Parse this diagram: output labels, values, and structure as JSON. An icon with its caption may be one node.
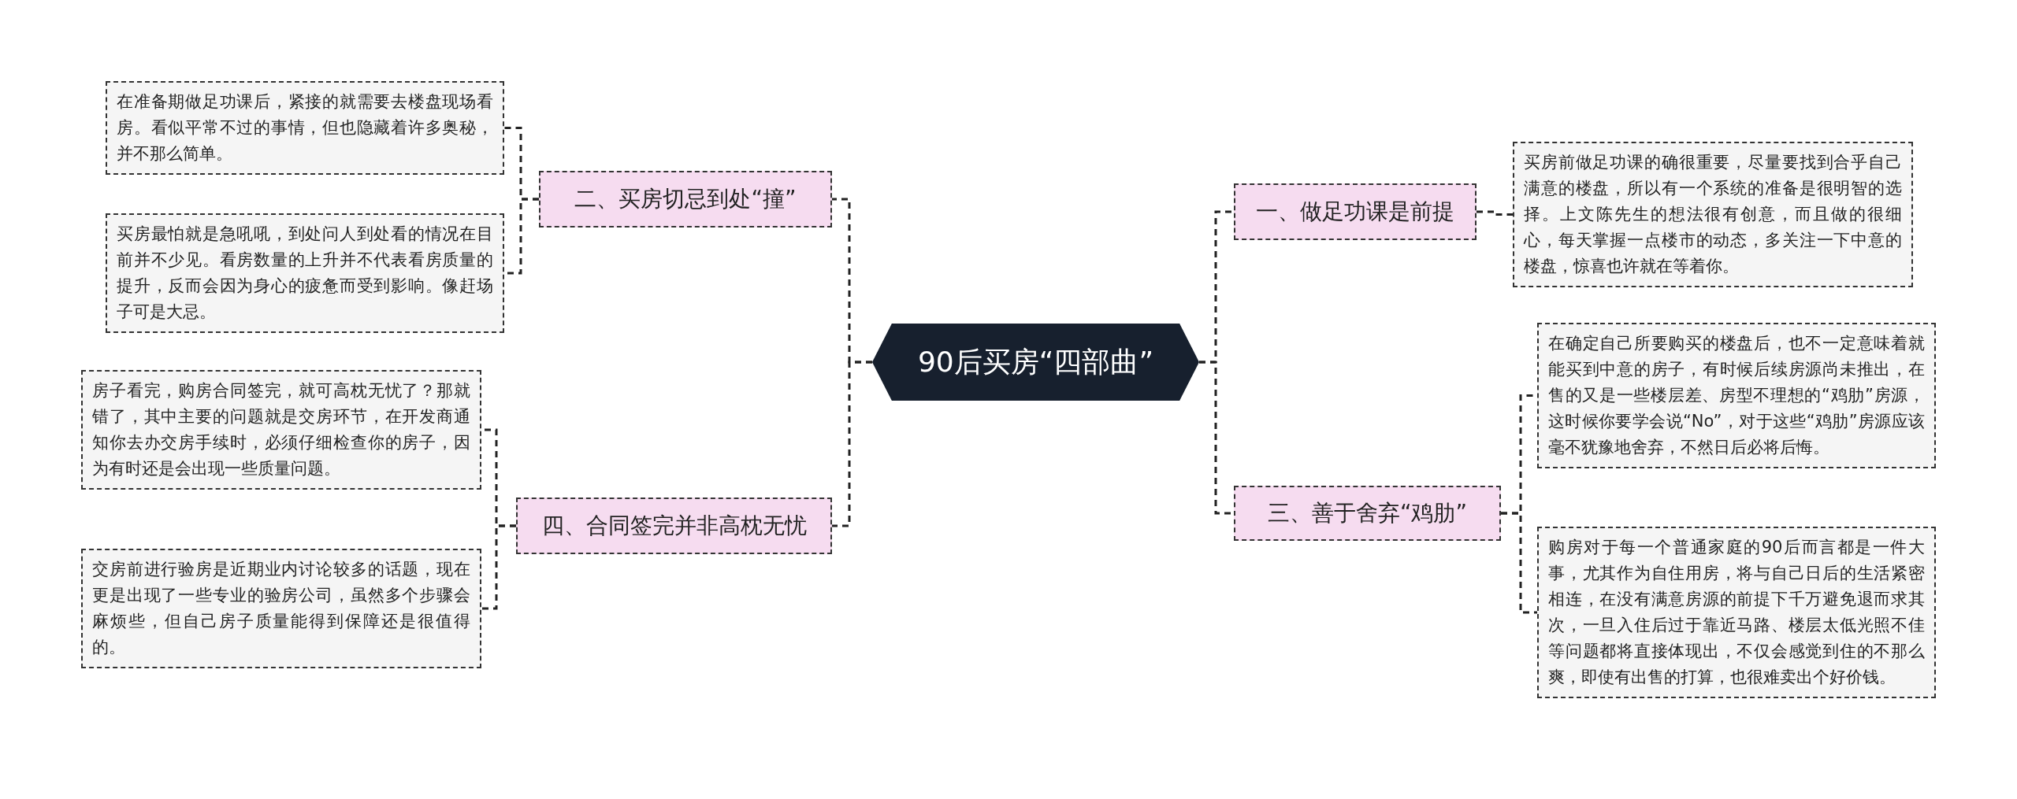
{
  "diagram": {
    "nodes": [
      {
        "text": [
          "90后买房“四部曲”"
        ]
      },
      {
        "text": [
          "一、做足功课是前提"
        ]
      },
      {
        "text": [
          "买房前做足功课的确很重要，尽量要找到合乎自己满意的楼盘，所以有一个系统的准备是很明智的选择。上文陈先生的想法很有创意，而且做的很细心，每天掌握一点楼市的动态，多关注一下中意的楼盘，惊喜也许就在等着你。"
        ]
      },
      {
        "text": [
          "二、买房切忌到处“撞”"
        ]
      },
      {
        "text": [
          "在准备期做足功课后，紧接的就需要去楼盘现场看房。看似平常不过的事情，但也隐藏着许多奥秘，并不那么简单。"
        ]
      },
      {
        "text": [
          "买房最怕就是急吼吼，到处问人到处看的情况在目前并不少见。看房数量的上升并不代表看房质量的提升，反而会因为身心的疲惫而受到影响。像赶场子可是大忌。"
        ]
      },
      {
        "text": [
          "三、善于舍弃“鸡肋”"
        ]
      },
      {
        "text": [
          "在确定自己所要购买的楼盘后，也不一定意味着就能买到中意的房子，有时候后续房源尚未推出，在售的又是一些楼层差、房型不理想的“鸡肋”房源，这时候你要学会说“No”，对于这些“鸡肋”房源应该毫不犹豫地舍弃，不然日后必将后悔。"
        ]
      },
      {
        "text": [
          "购房对于每一个普通家庭的90后而言都是一件大事，尤其作为自住用房，将与自己日后的生活紧密相连，在没有满意房源的前提下千万避免退而求其次，一旦入住后过于靠近马路、楼层太低光照不佳等问题都将直接体现出，不仅会感觉到住的不那么爽，即使有出售的打算，也很难卖出个好价钱。"
        ]
      },
      {
        "text": [
          "四、合同签完并非高枕无忧"
        ]
      },
      {
        "text": [
          "房子看完，购房合同签完，就可高枕无忧了？那就错了，其中主要的问题就是交房环节，在开发商通知你去办交房手续时，必须仔细检查你的房子，因为有时还是会出现一些质量问题。"
        ]
      },
      {
        "text": [
          "交房前进行验房是近期业内讨论较多的话题，现在更是出现了一些专业的验房公司，虽然多个步骤会麻烦些，但自己房子质量能得到保障还是很值得的。"
        ]
      }
    ],
    "edges": [
      {
        "from": 0,
        "to": 1,
        "arrow": "none",
        "style": "dashed"
      },
      {
        "from": 1,
        "to": 2,
        "arrow": "none",
        "style": "dashed"
      },
      {
        "from": 0,
        "to": 3,
        "arrow": "none",
        "style": "dashed"
      },
      {
        "from": 3,
        "to": 4,
        "arrow": "none",
        "style": "dashed"
      },
      {
        "from": 3,
        "to": 5,
        "arrow": "none",
        "style": "dashed"
      },
      {
        "from": 0,
        "to": 6,
        "arrow": "none",
        "style": "dashed"
      },
      {
        "from": 6,
        "to": 7,
        "arrow": "none",
        "style": "dashed"
      },
      {
        "from": 6,
        "to": 8,
        "arrow": "none",
        "style": "dashed"
      },
      {
        "from": 0,
        "to": 9,
        "arrow": "none",
        "style": "dashed"
      },
      {
        "from": 9,
        "to": 10,
        "arrow": "none",
        "style": "dashed"
      },
      {
        "from": 9,
        "to": 11,
        "arrow": "none",
        "style": "dashed"
      }
    ]
  }
}
